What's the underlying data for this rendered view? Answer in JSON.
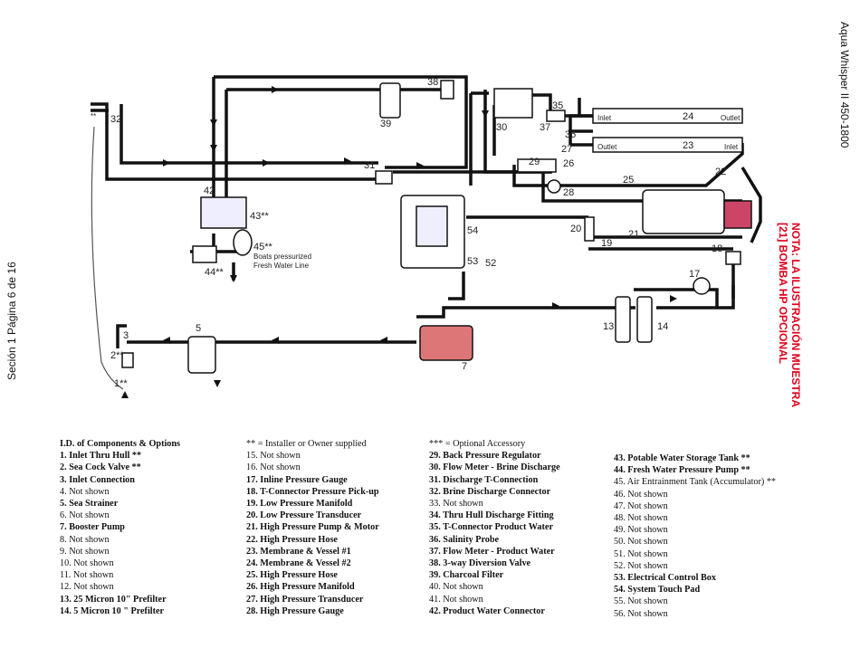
{
  "side_labels": {
    "model": "Aqua Whisper II 450-1800",
    "footer": "Seción 1 Página 6 de 16",
    "nota_line1": "NOTA: LA ILUSTRACIÓN MUESTRA",
    "nota_line2": "[21] BOMBA HP OPCIONAL"
  },
  "diagram": {
    "callouts": [
      "1**",
      "2**",
      "3",
      "5",
      "7",
      "13",
      "14",
      "17",
      "18",
      "19",
      "20",
      "21",
      "22",
      "23",
      "24",
      "25",
      "26",
      "27",
      "28",
      "29",
      "30",
      "31",
      "32",
      "35",
      "36",
      "37",
      "38",
      "39",
      "42",
      "43**",
      "44**",
      "45**",
      "52",
      "53",
      "54"
    ],
    "star_note": "**",
    "inlet": "Inlet",
    "outlet": "Outlet",
    "boat_note_1": "Boats pressurized",
    "boat_note_2": "Fresh Water Line"
  },
  "legend": {
    "col1": {
      "header": "I.D. of Components & Options",
      "items": [
        {
          "text": "1.  Inlet Thru Hull **",
          "bold": true
        },
        {
          "text": "2.  Sea Cock Valve **",
          "bold": true
        },
        {
          "text": "3.  Inlet Connection",
          "bold": true
        },
        {
          "text": "4.  Not shown",
          "bold": false
        },
        {
          "text": "5.  Sea Strainer",
          "bold": true
        },
        {
          "text": "6.  Not shown",
          "bold": false
        },
        {
          "text": "7.  Booster Pump",
          "bold": true
        },
        {
          "text": "8.  Not shown",
          "bold": false
        },
        {
          "text": "9.  Not shown",
          "bold": false
        },
        {
          "text": "10.  Not shown",
          "bold": false
        },
        {
          "text": "11.  Not shown",
          "bold": false
        },
        {
          "text": "12.  Not shown",
          "bold": false
        },
        {
          "text": "13.  25 Micron 10\" Prefilter",
          "bold": true
        },
        {
          "text": "14.  5 Micron 10 \" Prefilter",
          "bold": true
        }
      ]
    },
    "col2": {
      "header": "** = Installer or Owner supplied",
      "items": [
        {
          "text": "15.  Not shown",
          "bold": false
        },
        {
          "text": "16.  Not shown",
          "bold": false
        },
        {
          "text": "17.  Inline Pressure Gauge",
          "bold": true
        },
        {
          "text": "18.  T-Connector Pressure Pick-up",
          "bold": true
        },
        {
          "text": "19.  Low Pressure Manifold",
          "bold": true
        },
        {
          "text": "20.  Low Pressure Transducer",
          "bold": true
        },
        {
          "text": "21.  High Pressure Pump & Motor",
          "bold": true
        },
        {
          "text": "22.  High Pressure Hose",
          "bold": true
        },
        {
          "text": "23.  Membrane & Vessel #1",
          "bold": true
        },
        {
          "text": "24.  Membrane & Vessel #2",
          "bold": true
        },
        {
          "text": "25.  High Pressure Hose",
          "bold": true
        },
        {
          "text": "26.  High Pressure Manifold",
          "bold": true
        },
        {
          "text": "27.  High Pressure Transducer",
          "bold": true
        },
        {
          "text": "28.  High Pressure Gauge",
          "bold": true
        }
      ]
    },
    "col3": {
      "header": "*** = Optional Accessory",
      "items": [
        {
          "text": "29.  Back Pressure Regulator",
          "bold": true
        },
        {
          "text": "30.  Flow Meter - Brine Discharge",
          "bold": true
        },
        {
          "text": "31.  Discharge T-Connection",
          "bold": true
        },
        {
          "text": "32.  Brine Discharge Connector",
          "bold": true
        },
        {
          "text": "33.  Not shown",
          "bold": false
        },
        {
          "text": "34.  Thru Hull Discharge Fitting",
          "bold": true
        },
        {
          "text": "35.  T-Connector Product Water",
          "bold": true
        },
        {
          "text": "36.  Salinity Probe",
          "bold": true
        },
        {
          "text": "37.  Flow Meter - Product Water",
          "bold": true
        },
        {
          "text": "38.  3-way Diversion Valve",
          "bold": true
        },
        {
          "text": "39.  Charcoal Filter",
          "bold": true
        },
        {
          "text": "40.  Not shown",
          "bold": false
        },
        {
          "text": "41.  Not shown",
          "bold": false
        },
        {
          "text": "42.  Product Water Connector",
          "bold": true
        }
      ]
    },
    "col4": {
      "items": [
        {
          "text": "43.  Potable Water Storage Tank **",
          "bold": true
        },
        {
          "text": "44.  Fresh Water Pressure Pump **",
          "bold": true
        },
        {
          "text": "45.  Air Entrainment Tank (Accumulator) **",
          "bold": false
        },
        {
          "text": "46.  Not shown",
          "bold": false
        },
        {
          "text": "47.  Not shown",
          "bold": false
        },
        {
          "text": "48.  Not shown",
          "bold": false
        },
        {
          "text": "49.  Not shown",
          "bold": false
        },
        {
          "text": "50.  Not shown",
          "bold": false
        },
        {
          "text": "51.  Not shown",
          "bold": false
        },
        {
          "text": "52.  Not shown",
          "bold": false
        },
        {
          "text": "53.  Electrical Control Box",
          "bold": true
        },
        {
          "text": "54.  System Touch Pad",
          "bold": true
        },
        {
          "text": "55.  Not shown",
          "bold": false
        },
        {
          "text": "56.  Not shown",
          "bold": false
        }
      ]
    }
  }
}
